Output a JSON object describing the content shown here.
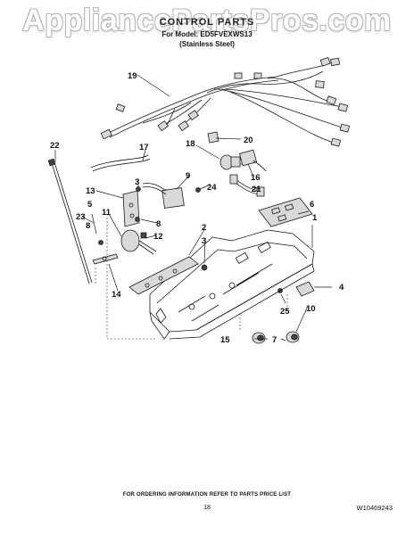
{
  "watermark": "AppliancePartsPros.com",
  "title": "CONTROL PARTS",
  "model_line": "For Model: ED5FVEXWS13",
  "finish_line": "(Stainless Steel)",
  "callouts": {
    "c1": "1",
    "c2": "2",
    "c3a": "3",
    "c3b": "3",
    "c4": "4",
    "c5": "5",
    "c6": "6",
    "c7": "7",
    "c8a": "8",
    "c8b": "8",
    "c9": "9",
    "c10": "10",
    "c11": "11",
    "c12": "12",
    "c13": "13",
    "c14": "14",
    "c15": "15",
    "c16": "16",
    "c17": "17",
    "c18": "18",
    "c19": "19",
    "c20": "20",
    "c21": "21",
    "c22": "22",
    "c23": "23",
    "c24": "24",
    "c25": "25"
  },
  "footer_note": "FOR ORDERING INFORMATION REFER TO PARTS PRICE LIST",
  "page_number": "18",
  "doc_number": "W10469243"
}
